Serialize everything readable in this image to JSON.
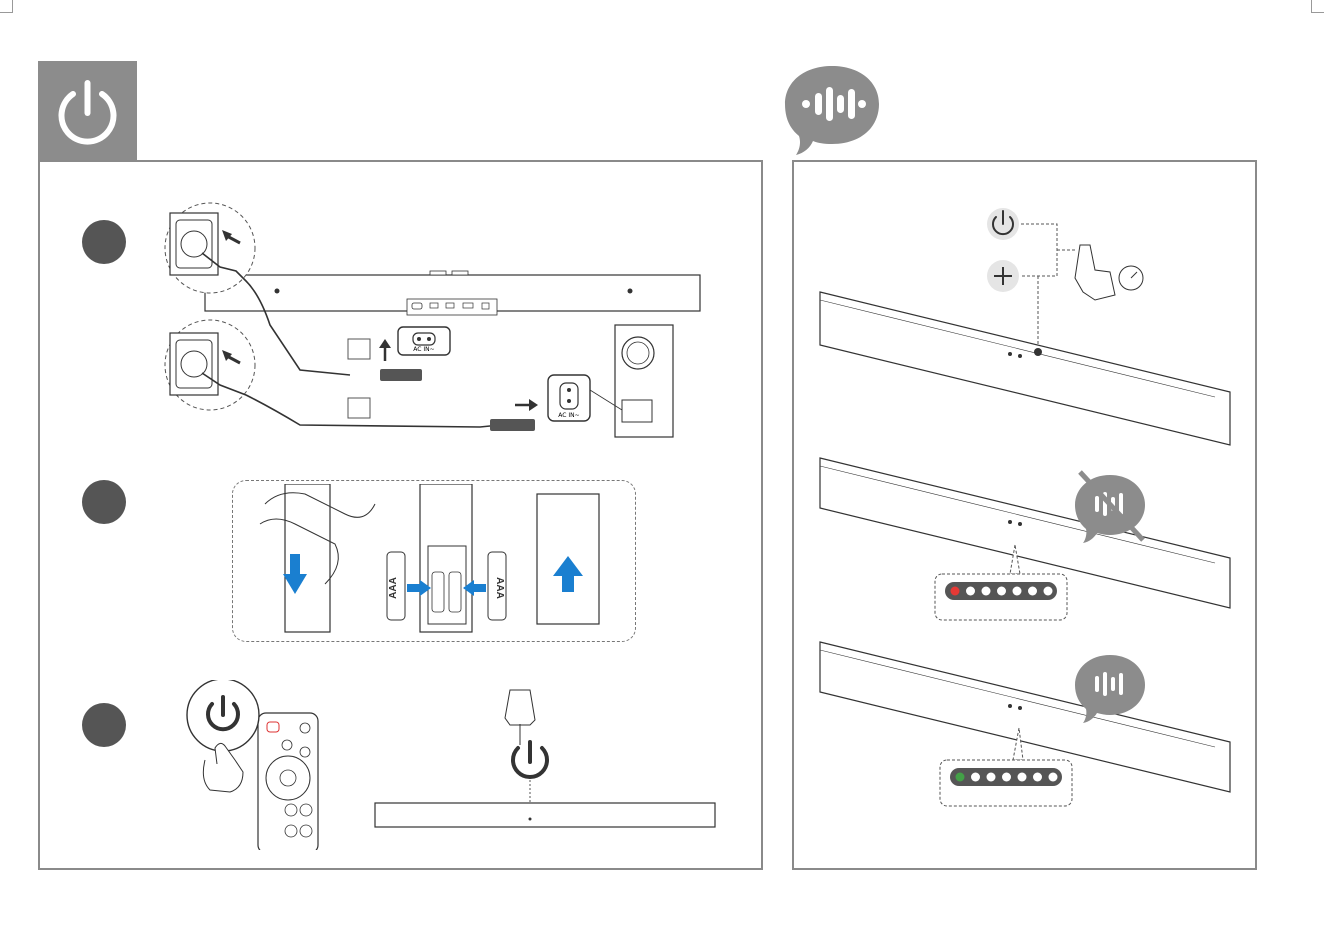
{
  "header_left": {
    "icon": "power-icon",
    "bg": "#8c8c8c"
  },
  "header_right": {
    "icon": "voice-bubble-icon",
    "bg": "#8c8c8c"
  },
  "left_panel": {
    "step1": {
      "label_a": "",
      "label_b": "",
      "port_label": "AC IN~",
      "port_label_sub": "AC IN~"
    },
    "step2": {
      "battery_type_1": "AAA",
      "battery_type_2": "AAA"
    },
    "step3": {}
  },
  "right_panel": {
    "indicator_off": {
      "active_color": "#e53935",
      "dots": 7
    },
    "indicator_on": {
      "active_color": "#43a047",
      "dots": 7
    }
  },
  "colors": {
    "arrow_blue": "#1a7fd0",
    "frame": "#8a8a8a",
    "dark": "#555555"
  }
}
